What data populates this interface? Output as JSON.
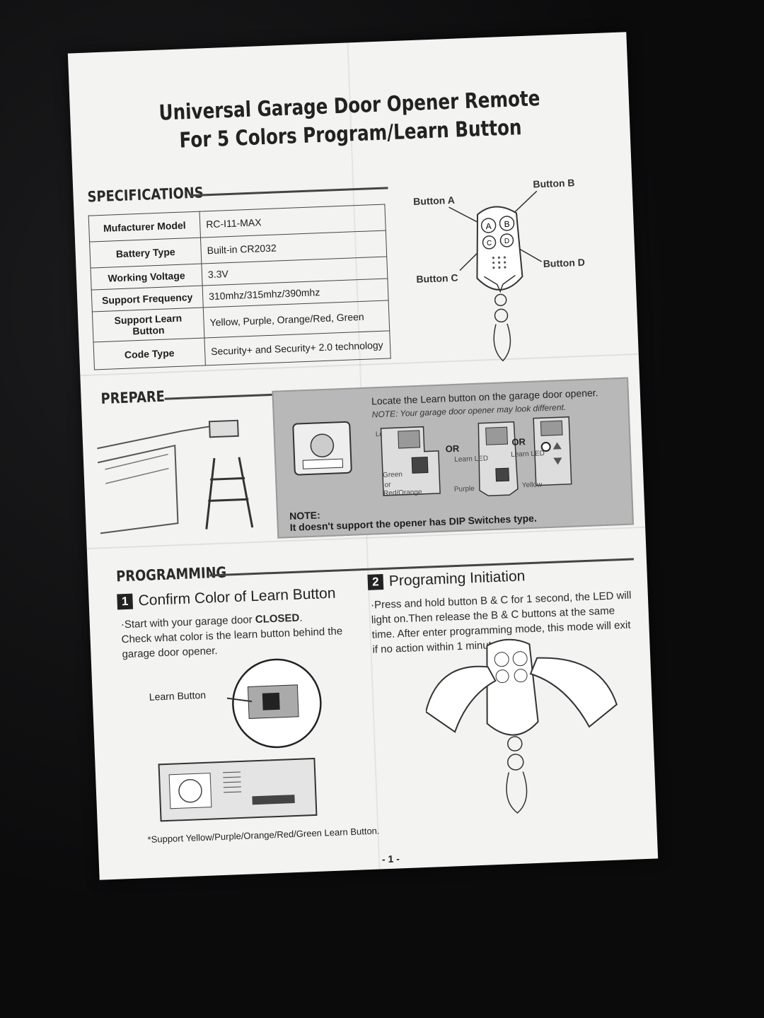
{
  "title": {
    "line1": "Universal Garage Door Opener Remote",
    "line2": "For 5 Colors Program/Learn Button"
  },
  "specifications": {
    "heading": "SPECIFICATIONS",
    "rows": [
      {
        "key": "Mufacturer Model",
        "value": "RC-I11-MAX"
      },
      {
        "key": "Battery Type",
        "value": "Built-in CR2032"
      },
      {
        "key": "Working Voltage",
        "value": "3.3V"
      },
      {
        "key": "Support Frequency",
        "value": "310mhz/315mhz/390mhz"
      },
      {
        "key": "Support Learn Button",
        "value": "Yellow, Purple, Orange/Red, Green"
      },
      {
        "key": "Code Type",
        "value": "Security+ and Security+ 2.0 technology"
      }
    ]
  },
  "remote_diagram": {
    "button_a": "Button A",
    "button_b": "Button B",
    "button_c": "Button C",
    "button_d": "Button D",
    "key_a": "A",
    "key_b": "B",
    "key_c": "C",
    "key_d": "D"
  },
  "prepare": {
    "heading": "PREPARE",
    "locate": "Locate the Learn button on the garage door opener.",
    "note_italic": "NOTE: Your garage door opener may look different.",
    "or1": "OR",
    "or2": "OR",
    "learn_led_1": "Learn LED",
    "learn_led_2": "Learn LED",
    "learn_led_3": "Learn LED",
    "green_label": "Green",
    "or_small": "or",
    "red_orange_label": "Red/Orange",
    "purple_label": "Purple",
    "yellow_label": "Yellow",
    "note_title": "NOTE:",
    "note_text": "It doesn't support the opener has DIP Switches type."
  },
  "programming": {
    "heading": "PROGRAMMING",
    "step1": {
      "num": "1",
      "title": "Confirm Color of Learn Button",
      "text_before": "·Start with your garage door ",
      "text_bold": "CLOSED",
      "text_after": ".",
      "text2": "Check what color is the learn button behind the garage door opener.",
      "learn_button_label": "Learn Button"
    },
    "step2": {
      "num": "2",
      "title": "Programing Initiation",
      "text": "·Press and hold button B & C for 1 second, the LED will light on.Then release the B & C buttons at the same time. After enter programming mode, this mode will exit if no action within 1 minute."
    },
    "footer": "*Support Yellow/Purple/Orange/Red/Green Learn Button.",
    "page": "- 1 -"
  }
}
